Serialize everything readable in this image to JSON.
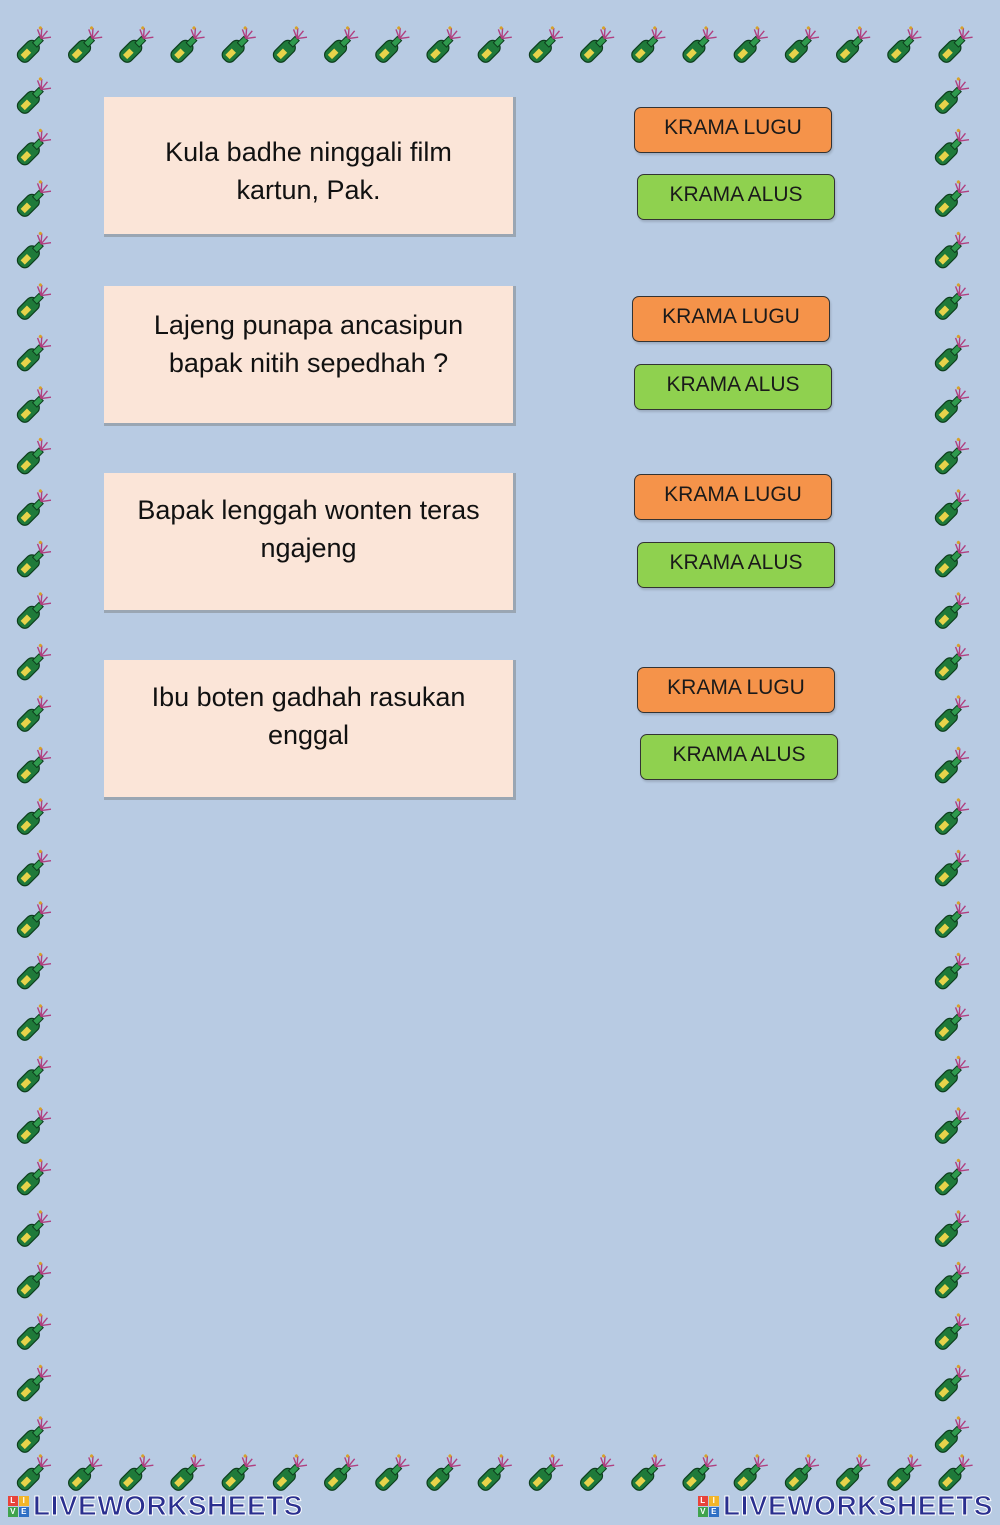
{
  "colors": {
    "background": "#b8cbe3",
    "card": "#fbe5d8",
    "krama_lugu": "#f5934a",
    "krama_alus": "#8fd14f"
  },
  "border_icon": "champagne-bottle-icon",
  "questions": [
    {
      "text": "Kula badhe ninggali film\nkartun, Pak.",
      "option_lugu": "KRAMA LUGU",
      "option_alus": "KRAMA ALUS"
    },
    {
      "text": "Lajeng punapa ancasipun\n  bapak nitih sepedhah ?",
      "option_lugu": "KRAMA LUGU",
      "option_alus": "KRAMA ALUS"
    },
    {
      "text": "Bapak lenggah wonten teras\nngajeng",
      "option_lugu": "KRAMA LUGU",
      "option_alus": "KRAMA ALUS"
    },
    {
      "text": "Ibu boten gadhah rasukan    \nenggal",
      "option_lugu": "KRAMA LUGU",
      "option_alus": "KRAMA ALUS"
    }
  ],
  "watermark": "LIVEWORKSHEETS",
  "watermark_icon_letters": [
    "L",
    "I",
    "V",
    "E"
  ]
}
